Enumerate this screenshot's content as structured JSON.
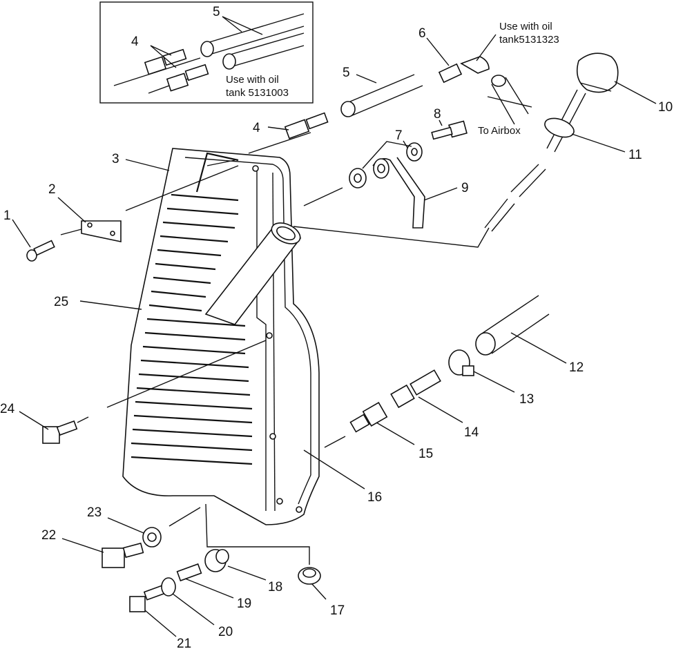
{
  "inset": {
    "note_line1": "Use with oil",
    "note_line2": "tank 5131003"
  },
  "note_top": {
    "line1": "Use with oil",
    "line2": "tank5131323"
  },
  "airbox_label": "To Airbox",
  "callouts": [
    {
      "id": "c1",
      "text": "1"
    },
    {
      "id": "c2",
      "text": "2"
    },
    {
      "id": "c3",
      "text": "3"
    },
    {
      "id": "c4a",
      "text": "4"
    },
    {
      "id": "c4b",
      "text": "4"
    },
    {
      "id": "c5a",
      "text": "5"
    },
    {
      "id": "c5b",
      "text": "5"
    },
    {
      "id": "c6",
      "text": "6"
    },
    {
      "id": "c7",
      "text": "7"
    },
    {
      "id": "c8",
      "text": "8"
    },
    {
      "id": "c9",
      "text": "9"
    },
    {
      "id": "c10",
      "text": "10"
    },
    {
      "id": "c11",
      "text": "11"
    },
    {
      "id": "c12",
      "text": "12"
    },
    {
      "id": "c13",
      "text": "13"
    },
    {
      "id": "c14",
      "text": "14"
    },
    {
      "id": "c15",
      "text": "15"
    },
    {
      "id": "c16",
      "text": "16"
    },
    {
      "id": "c17",
      "text": "17"
    },
    {
      "id": "c18",
      "text": "18"
    },
    {
      "id": "c19",
      "text": "19"
    },
    {
      "id": "c20",
      "text": "20"
    },
    {
      "id": "c21",
      "text": "21"
    },
    {
      "id": "c22",
      "text": "22"
    },
    {
      "id": "c23",
      "text": "23"
    },
    {
      "id": "c24",
      "text": "24"
    },
    {
      "id": "c25",
      "text": "25"
    }
  ]
}
